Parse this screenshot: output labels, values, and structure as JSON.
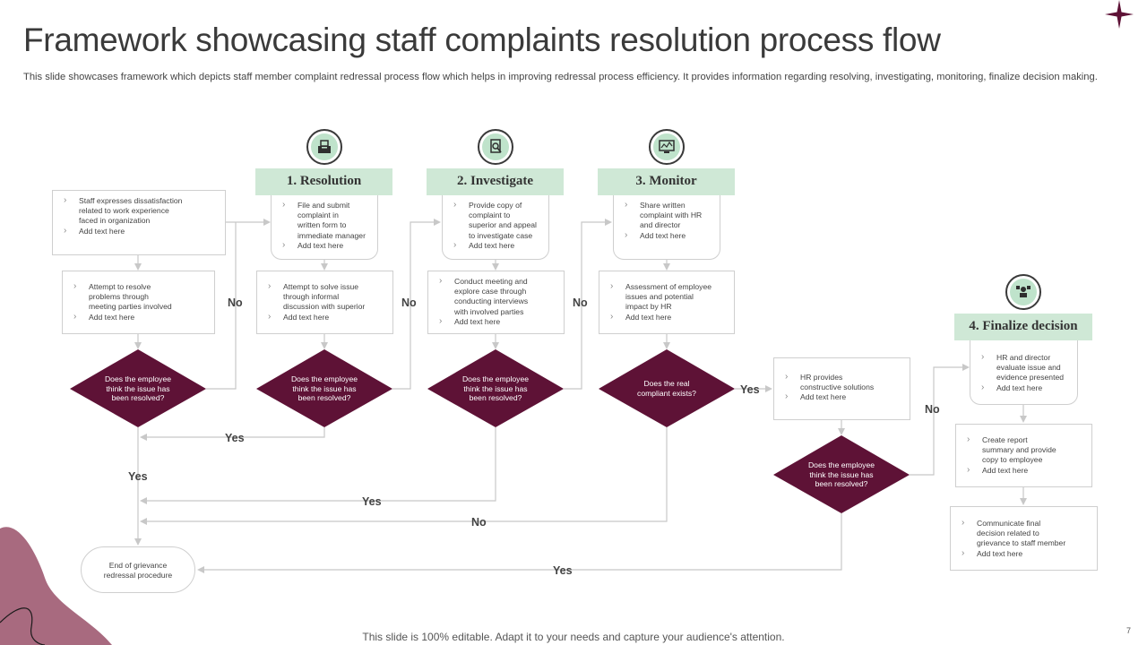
{
  "title": "Framework showcasing staff complaints resolution process flow",
  "subtitle": "This slide showcases framework which depicts staff member complaint redressal process flow which helps in improving redressal process efficiency. It provides information regarding resolving, investigating, monitoring, finalize decision making.",
  "stages": [
    {
      "label": "1. Resolution",
      "icon": "ballot-box-icon"
    },
    {
      "label": "2. Investigate",
      "icon": "magnifier-document-icon"
    },
    {
      "label": "3. Monitor",
      "icon": "monitor-chart-icon"
    },
    {
      "label": "4. Finalize decision",
      "icon": "people-network-icon"
    }
  ],
  "boxes": {
    "staff": [
      "Staff expresses dissatisfaction",
      "related to work experience",
      "faced in organization",
      "Add text here"
    ],
    "attempt_meeting": [
      "Attempt to resolve",
      "problems through",
      "meeting parties involved",
      "Add text here"
    ],
    "file_complaint": [
      "File and submit",
      "complaint in",
      "written form to",
      "immediate manager",
      "Add text here"
    ],
    "attempt_informal": [
      "Attempt to solve issue",
      "through informal",
      "discussion with superior",
      "Add text here"
    ],
    "provide_copy": [
      "Provide copy of",
      "complaint to",
      "superior and appeal",
      "to investigate case",
      "Add text here"
    ],
    "conduct_meeting": [
      "Conduct meeting and",
      "explore case through",
      "conducting interviews",
      "with involved parties",
      "Add text here"
    ],
    "share_complaint": [
      "Share  written",
      "complaint with HR",
      "and director",
      "Add text here"
    ],
    "assessment": [
      "Assessment of employee",
      "issues and potential",
      "impact by HR",
      "Add text here"
    ],
    "hr_solutions": [
      "HR provides",
      "constructive solutions",
      "Add text here"
    ],
    "hr_director": [
      "HR and director",
      "evaluate issue and",
      "evidence presented",
      "Add text here"
    ],
    "report": [
      "Create report",
      "summary and provide",
      "copy to employee",
      "Add text here"
    ],
    "communicate": [
      "Communicate final",
      "decision related to",
      "grievance to staff member",
      "Add text here"
    ]
  },
  "decisions": {
    "d1": [
      "Does the employee",
      "think the issue has",
      "been resolved?"
    ],
    "d2": [
      "Does the employee",
      "think the issue has",
      "been resolved?"
    ],
    "d3": [
      "Does the employee",
      "think the issue has",
      "been resolved?"
    ],
    "d4": [
      "Does the real",
      "compliant exists?"
    ],
    "d5": [
      "Does the employee",
      "think the issue has",
      "been resolved?"
    ]
  },
  "labels": {
    "no": "No",
    "yes": "Yes"
  },
  "end_box": [
    "End of grievance",
    "redressal procedure"
  ],
  "footer": "This slide is 100% editable. Adapt it to your needs and capture your audience's attention.",
  "page_number": "7",
  "colors": {
    "diamond": "#5e1236",
    "stage_fill": "#cfe8d6",
    "icon_fill": "#bfe3cb",
    "accent_blob": "#a86a7f",
    "connector": "#c8c8c8"
  }
}
